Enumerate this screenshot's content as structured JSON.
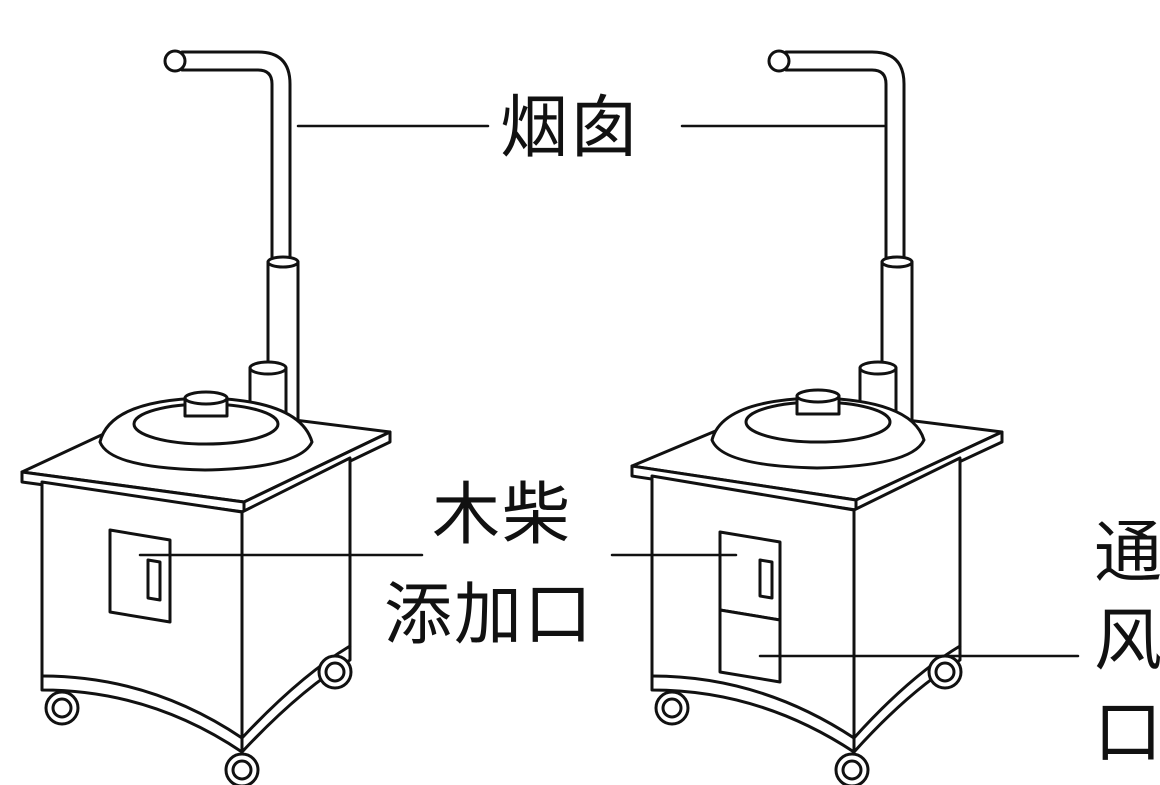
{
  "labels": {
    "chimney": "烟囱",
    "firewood_line1": "木柴",
    "firewood_line2": "添加口",
    "vent_line1": "通",
    "vent_line2": "风",
    "vent_line3": "口"
  }
}
